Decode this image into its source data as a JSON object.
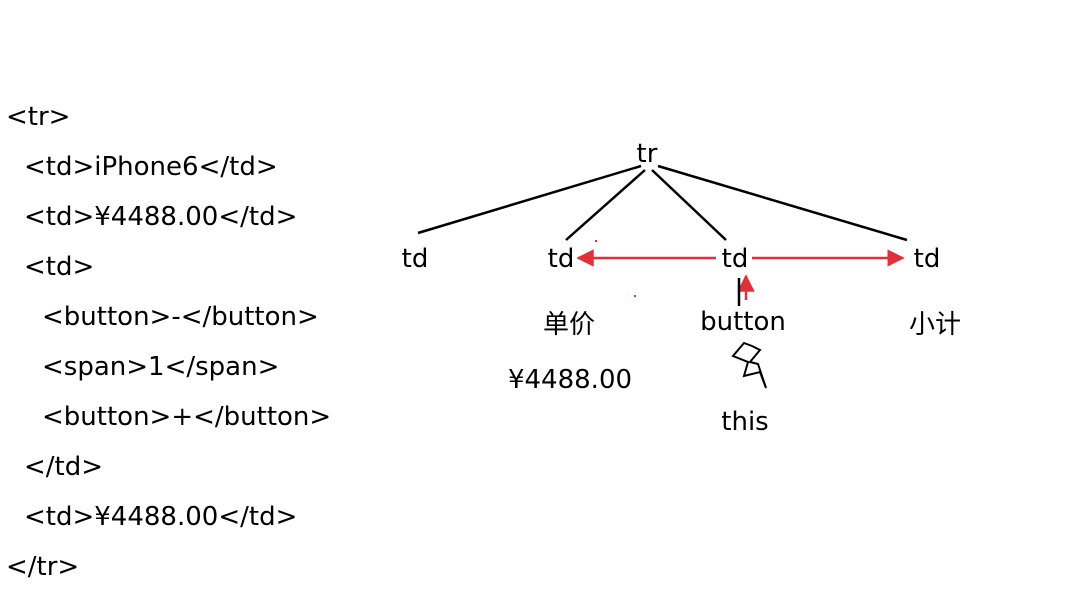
{
  "code": {
    "lines": [
      "<tr>",
      "<td>iPhone6</td>",
      "<td>¥4488.00</td>",
      "<td>",
      "<button>-</button>",
      "<span>1</span>",
      "<button>+</button>",
      "</td>",
      "<td>¥4488.00</td>",
      "</tr>"
    ]
  },
  "tree": {
    "root": "tr",
    "children": [
      "td",
      "td",
      "td",
      "td"
    ],
    "unit_price_header": "单价",
    "unit_price_value": "¥4488.00",
    "button_label": "button",
    "this_label": "this",
    "subtotal_label": "小计"
  },
  "colors": {
    "tree_lines": "#000000",
    "sibling_arrows": "#e0303a",
    "lightning": "#000000"
  }
}
